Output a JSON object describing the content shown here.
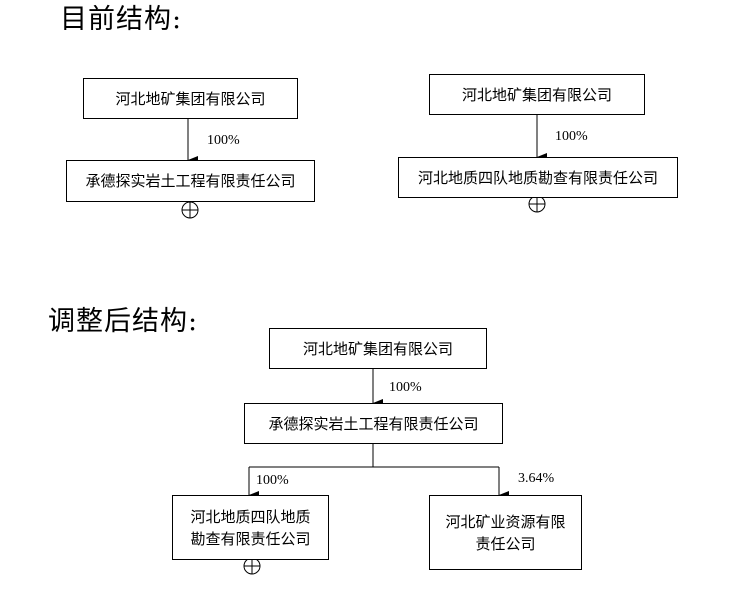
{
  "current": {
    "heading": "目前结构:",
    "left": {
      "parent": "河北地矿集团有限公司",
      "percent": "100%",
      "child": "承德探实岩土工程有限责任公司"
    },
    "right": {
      "parent": "河北地矿集团有限公司",
      "percent": "100%",
      "child": "河北地质四队地质勘查有限责任公司"
    }
  },
  "adjusted": {
    "heading": "调整后结构:",
    "parent": "河北地矿集团有限公司",
    "percent_parent": "100%",
    "middle": "承德探实岩土工程有限责任公司",
    "left_child": {
      "percent": "100%",
      "line1": "河北地质四队地质",
      "line2": "勘查有限责任公司"
    },
    "right_child": {
      "percent": "3.64%",
      "line1": "河北矿业资源有限",
      "line2": "责任公司"
    }
  },
  "symbols": {
    "consolidation_marker": "circle-plus-icon"
  }
}
